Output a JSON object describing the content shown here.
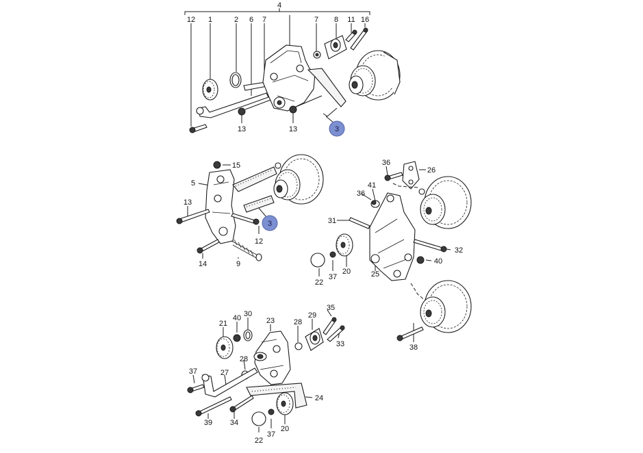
{
  "diagram": {
    "accent_color": "#7b8fd1",
    "callouts": {
      "n1": "1",
      "n2": "2",
      "n3": "3",
      "n4": "4",
      "n5": "5",
      "n6": "6",
      "n7": "7",
      "n8": "8",
      "n9": "9",
      "n11": "11",
      "n12": "12",
      "n13": "13",
      "n14": "14",
      "n15": "15",
      "n16": "16",
      "n20": "20",
      "n21": "21",
      "n22": "22",
      "n23": "23",
      "n24": "24",
      "n25": "25",
      "n26": "26",
      "n27": "27",
      "n28": "28",
      "n29": "29",
      "n30": "30",
      "n31": "31",
      "n32": "32",
      "n33": "33",
      "n34": "34",
      "n35": "35",
      "n36": "36",
      "n37": "37",
      "n38": "38",
      "n39": "39",
      "n40": "40",
      "n41": "41"
    },
    "hotspots": {
      "belt_top": "3",
      "belt_mid": "3"
    }
  }
}
